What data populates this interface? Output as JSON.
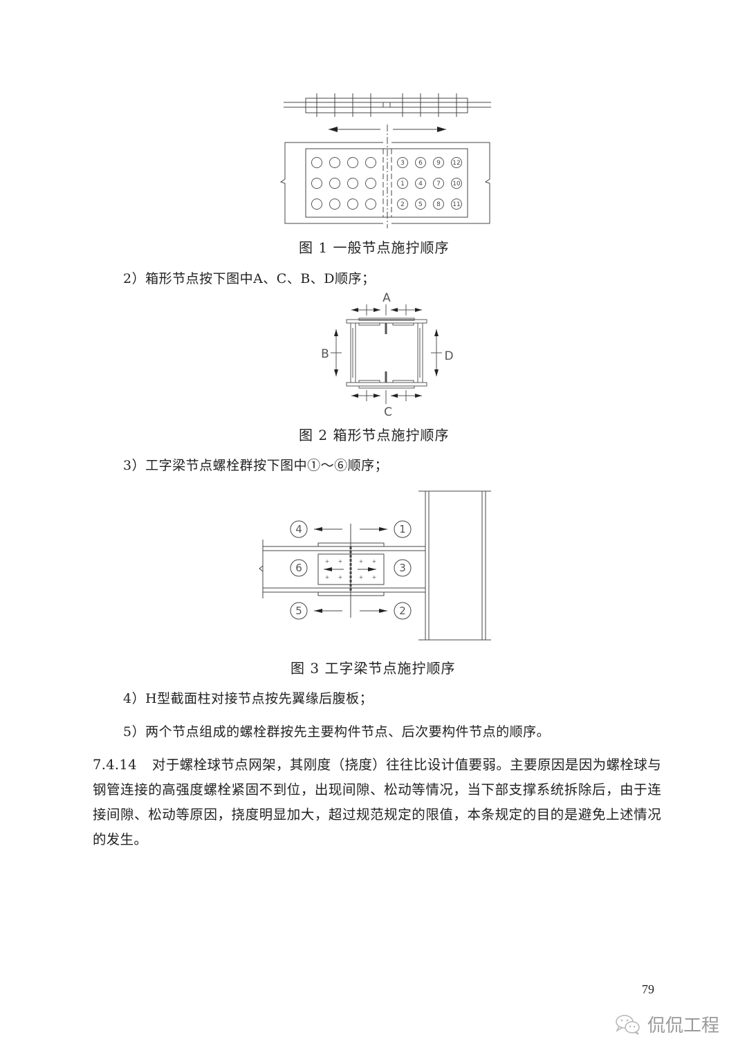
{
  "figure1": {
    "caption": "图 1   一般节点施拧顺序",
    "bolt_numbers": [
      [
        "3",
        "6",
        "9",
        "12"
      ],
      [
        "1",
        "4",
        "7",
        "10"
      ],
      [
        "2",
        "5",
        "8",
        "11"
      ]
    ]
  },
  "items": {
    "item2": "2）箱形节点按下图中A、C、B、D顺序；",
    "item3": "3）工字梁节点螺栓群按下图中①～⑥顺序；",
    "item4": "4）H型截面柱对接节点按先翼缘后腹板；",
    "item5": "5）两个节点组成的螺栓群按先主要构件节点、后次要构件节点的顺序。"
  },
  "figure2": {
    "caption": "图 2   箱形节点施拧顺序",
    "labels": {
      "top": "A",
      "bottom": "C",
      "left": "B",
      "right": "D"
    }
  },
  "figure3": {
    "caption": "图 3   工字梁节点施拧顺序",
    "labels": {
      "n1": "1",
      "n2": "2",
      "n3": "3",
      "n4": "4",
      "n5": "5",
      "n6": "6"
    }
  },
  "section": {
    "number": "7.4.14",
    "text": "对于螺栓球节点网架，其刚度（挠度）往往比设计值要弱。主要原因是因为螺栓球与钢管连接的高强度螺栓紧固不到位，出现间隙、松动等情况，当下部支撑系统拆除后，由于连接间隙、松动等原因，挠度明显加大，超过规范规定的限值，本条规定的目的是避免上述情况的发生。"
  },
  "page_number": "79",
  "watermark": {
    "icon": "wechat-icon",
    "text": "侃侃工程"
  }
}
